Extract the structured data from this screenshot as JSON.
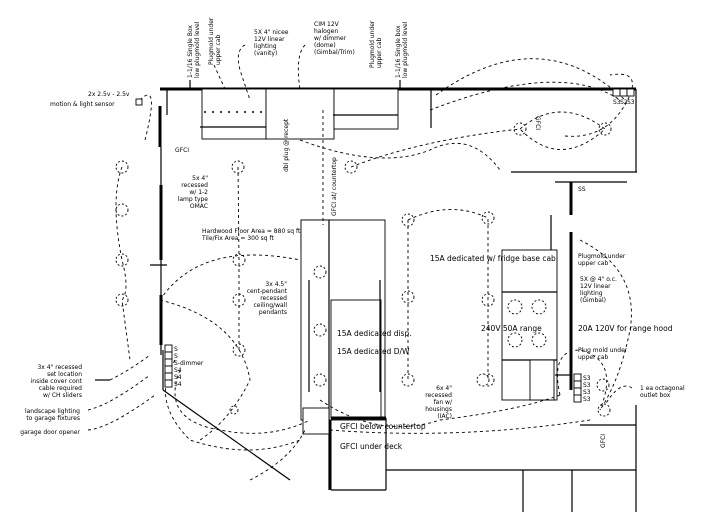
{
  "diagram": {
    "type": "electrical floor plan",
    "notes_top": [
      {
        "id": "note-t1",
        "lines": [
          "1-1/16 Single Box",
          "low plugmold level"
        ]
      },
      {
        "id": "note-t2",
        "lines": [
          "Plugmold under",
          "upper cab"
        ]
      },
      {
        "id": "note-t3",
        "lines": [
          "5X 4\" nicee",
          "12V linear",
          "lighting",
          "(vanity)"
        ]
      },
      {
        "id": "note-t4",
        "lines": [
          "CIM 12V",
          "halogen",
          "w/ dimmer",
          "(dome)",
          "(Gimbal/Trim)"
        ]
      },
      {
        "id": "note-t5",
        "lines": [
          "Plugmold under",
          "upper cab"
        ]
      },
      {
        "id": "note-t6",
        "lines": [
          "1-1/16 Single box",
          "low plugmold level"
        ]
      }
    ],
    "notes_left": [
      {
        "id": "note-smoke",
        "lines": [
          "2x 2.5v - 2.5v",
          "motion & light sensor"
        ]
      },
      {
        "id": "note-recessed",
        "lines": [
          "5x 4\"",
          "recessed",
          "w/ 1-2",
          "lamp type",
          "OMAC"
        ]
      },
      {
        "id": "note-area",
        "lines": [
          "Hardwood Floor Area = 880 sq ft",
          "Tile/Fix Area = 300 sq ft"
        ]
      },
      {
        "id": "note-pendant",
        "lines": [
          "3x 4.5\"",
          "cent-pendant",
          "recessed",
          "ceiling/wall",
          "pendants"
        ]
      },
      {
        "id": "note-left-a",
        "lines": [
          "3x 4\" recessed",
          "set location",
          "inside cover cont",
          "cable required",
          "w/ CH sliders"
        ]
      },
      {
        "id": "note-left-b",
        "lines": [
          "landscape lighting",
          "to garage fixtures"
        ]
      },
      {
        "id": "note-left-c",
        "lines": [
          "garage door opener"
        ]
      }
    ],
    "notes_center": [
      {
        "id": "note-island-1",
        "text": "15A dedicated disp."
      },
      {
        "id": "note-island-2",
        "text": "15A dedicated D/W"
      },
      {
        "id": "note-gfci-counter",
        "text": "GFCI below countertop"
      },
      {
        "id": "note-gfci-under",
        "text": "GFCI under deck"
      },
      {
        "id": "note-recessed-fan",
        "lines": [
          "6x 4\"",
          "recessed",
          "fan w/",
          "housings",
          "(IAC)"
        ]
      },
      {
        "id": "note-gfci-vertical",
        "text": "GFCI at/ countertop"
      },
      {
        "id": "note-dbl-vertical",
        "text": "dbl plug @ recept"
      },
      {
        "id": "note-gfci-top",
        "text": "GFCI"
      }
    ],
    "notes_right": [
      {
        "id": "note-15a-fridge",
        "text": "15A dedicated w/ fridge base cab"
      },
      {
        "id": "note-plugmold-upper",
        "lines": [
          "Plugmold under",
          "upper cab"
        ]
      },
      {
        "id": "note-12v-linear",
        "lines": [
          "5X @ 4\" o.c.",
          "12V linear",
          "lighting",
          "(Gimbal)"
        ]
      },
      {
        "id": "note-range",
        "text": "240V 50A range"
      },
      {
        "id": "note-hood",
        "text": "20A 120V for range hood"
      },
      {
        "id": "note-plugmold-lower",
        "lines": [
          "Plug mold under",
          "upper cab"
        ]
      },
      {
        "id": "note-octagonal",
        "lines": [
          "1 ea octagonal",
          "outlet box"
        ]
      },
      {
        "id": "note-ss",
        "text": "SS"
      },
      {
        "id": "note-gfci-right-top",
        "text": "GFCI"
      },
      {
        "id": "note-gfci-right-bottom",
        "text": "GFCI"
      }
    ],
    "switch_banks": {
      "top_right": [
        "S3",
        "S2",
        "S3"
      ],
      "right_lower": [
        "S3",
        "S3",
        "S3",
        "S3"
      ],
      "left_lower": [
        "S",
        "S",
        "S",
        "S4",
        "S4",
        "S4"
      ],
      "left_lower_label": "S-dimmer"
    }
  }
}
